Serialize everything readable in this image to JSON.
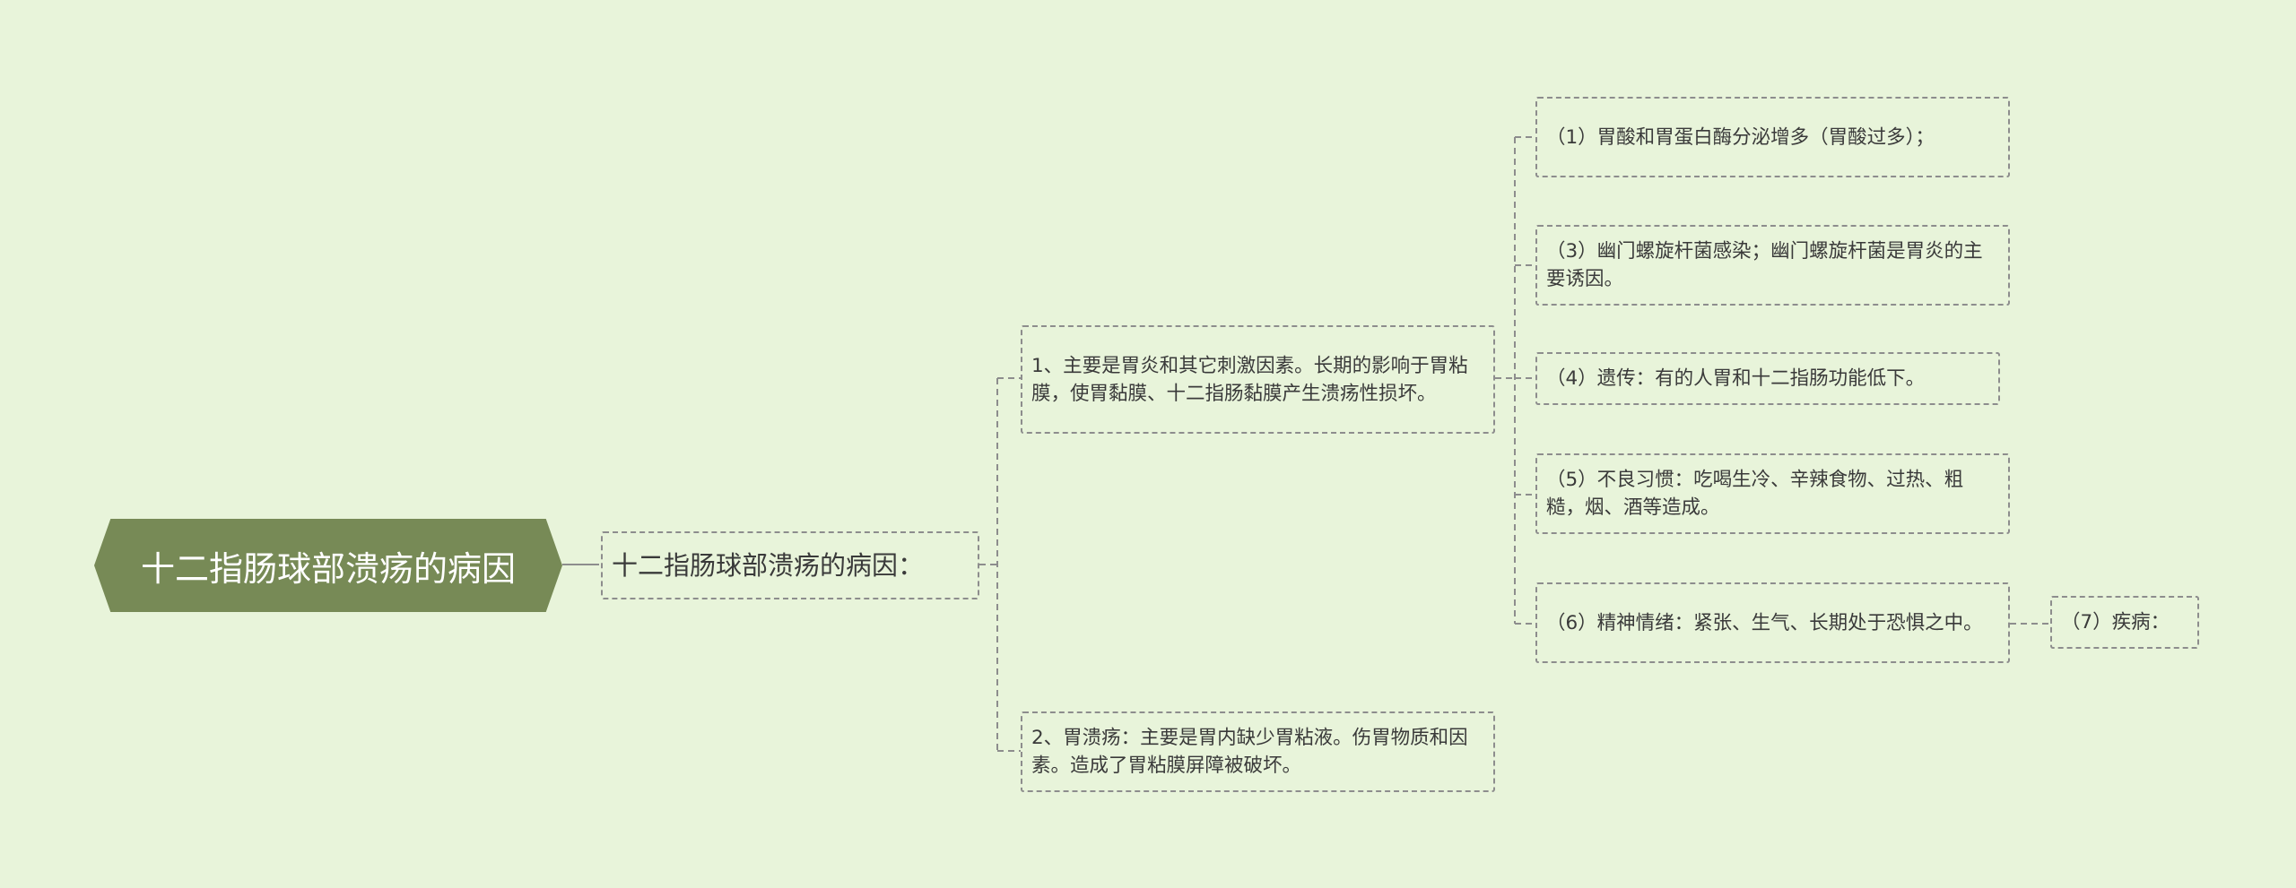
{
  "root": {
    "label": "十二指肠球部溃疡的病因"
  },
  "center": {
    "label": "十二指肠球部溃疡的病因："
  },
  "branches": [
    {
      "label": "1、主要是胃炎和其它刺激因素。长期的影响于胃粘膜，使胃黏膜、十二指肠黏膜产生溃疡性损坏。"
    },
    {
      "label": "2、胃溃疡：主要是胃内缺少胃粘液。伤胃物质和因素。造成了胃粘膜屏障被破坏。"
    }
  ],
  "causes": [
    {
      "label": "（1）胃酸和胃蛋白酶分泌增多（胃酸过多）；"
    },
    {
      "label": "（3）幽门螺旋杆菌感染；幽门螺旋杆菌是胃炎的主要诱因。"
    },
    {
      "label": "（4）遗传：有的人胃和十二指肠功能低下。"
    },
    {
      "label": "（5）不良习惯：吃喝生冷、辛辣食物、过热、粗糙，烟、酒等造成。"
    },
    {
      "label": "（6）精神情绪：紧张、生气、长期处于恐惧之中。"
    }
  ],
  "sub_cause": {
    "label": "（7）疾病："
  }
}
